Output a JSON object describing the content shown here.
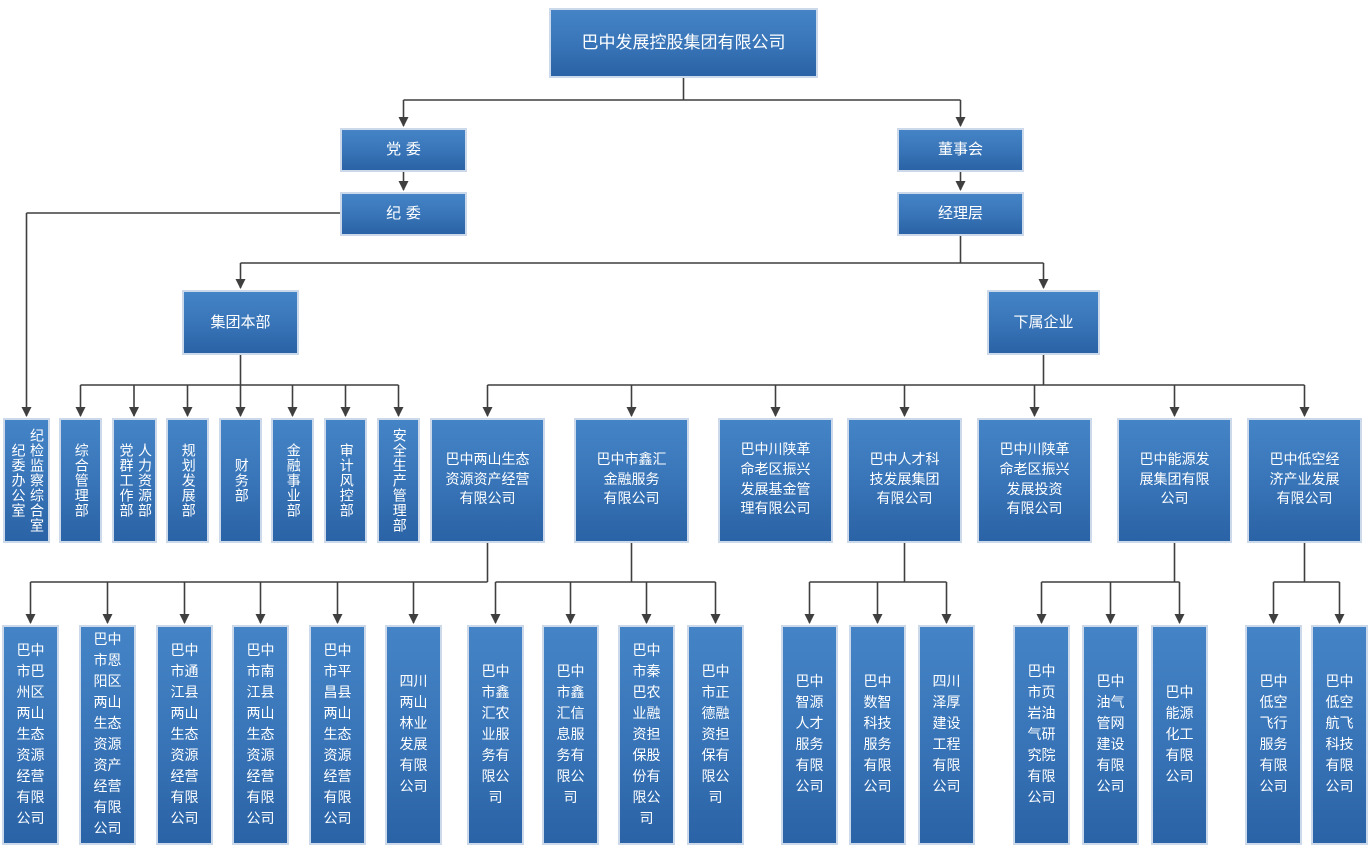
{
  "root": {
    "label": "巴中发展控股集团有限公司"
  },
  "governance": {
    "party": "党 委",
    "discipline": "纪 委",
    "board": "董事会",
    "management": "经理层",
    "hq": "集团本部",
    "subsidiaries": "下属企业"
  },
  "discipline_office": "纪检监察综合室\n纪委办公室",
  "departments": [
    "综合管理部",
    "人力资源部\n党群工作部",
    "规划发展部",
    "财务部",
    "金融事业部",
    "审计风控部",
    "安全生产管理部"
  ],
  "companies": [
    "巴中两山生态\n资源资产经营\n有限公司",
    "巴中市鑫汇\n金融服务\n有限公司",
    "巴中川陕革\n命老区振兴\n发展基金管\n理有限公司",
    "巴中人才科\n技发展集团\n有限公司",
    "巴中川陕革\n命老区振兴\n发展投资\n有限公司",
    "巴中能源发\n展集团有限\n公司",
    "巴中低空经\n济产业发展\n有限公司"
  ],
  "sub_groups": {
    "liangshan": [
      "巴中市巴州区两山生态资源经营有限公司",
      "巴中市恩阳区两山生态资源资产经营有限公司",
      "巴中市通江县两山生态资源经营有限公司",
      "巴中市南江县两山生态资源经营有限公司",
      "巴中市平昌县两山生态资源经营有限公司",
      "四川两山林业发展有限公司"
    ],
    "xinhui": [
      "巴中市鑫汇农业服务有限公司",
      "巴中市鑫汇信息服务有限公司",
      "巴中市秦巴农业融资担保股份有限公司",
      "巴中市正德融资担保有限公司"
    ],
    "talent": [
      "巴中智源人才服务有限公司",
      "巴中数智科技服务有限公司",
      "四川泽厚建设工程有限公司"
    ],
    "energy": [
      "巴中市页岩油气研究院有限公司",
      "巴中油气管网建设有限公司",
      "巴中能源化工有限公司"
    ],
    "low_altitude": [
      "巴中低空飞行服务有限公司",
      "巴中低空航飞科技有限公司"
    ]
  },
  "colors": {
    "box_top": "#4484c6",
    "box_bottom": "#2a63a6",
    "box_border": "#ccd9ea",
    "line": "#3f3f3f",
    "text": "#ffffff"
  }
}
